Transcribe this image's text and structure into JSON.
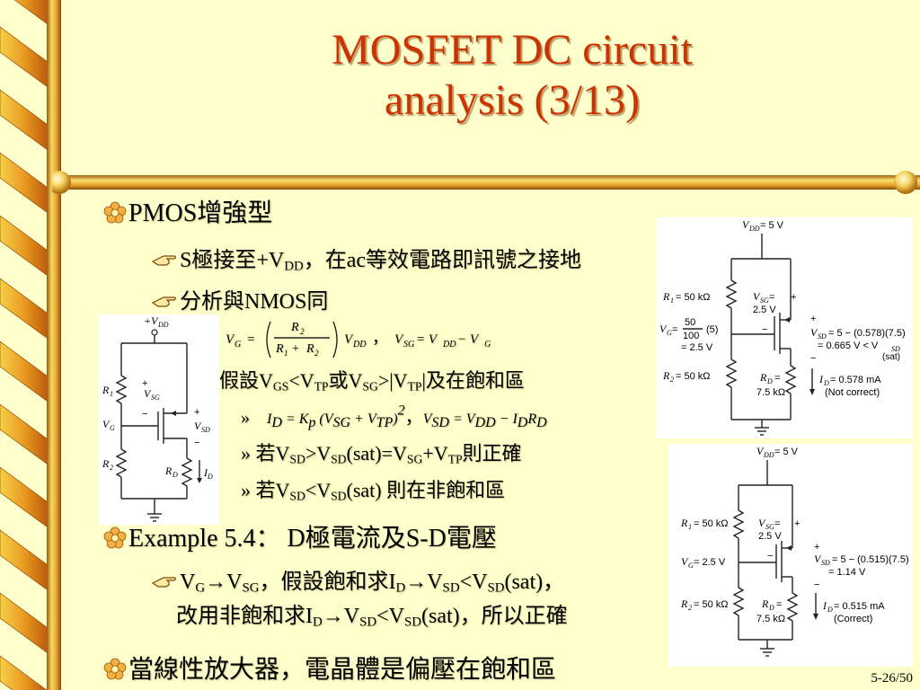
{
  "title": {
    "line1": "MOSFET DC circuit",
    "line2": "analysis (3/13)"
  },
  "bullets": {
    "pmos": "PMOS增強型",
    "s_to_vdd_pre": "S極接至+V",
    "s_to_vdd_sub": "DD",
    "s_to_vdd_post": "，在ac等效電路即訊號之接地",
    "analysis_same": "分析與NMOS同",
    "eq_vg": {
      "vg": "V",
      "vg_sub": "G",
      "r2": "R",
      "r2_sub": "2",
      "r1": "R",
      "r1_sub": "1",
      "plus": "+",
      "r2b": "R",
      "r2b_sub": "2",
      "vdd": "V",
      "vdd_sub": "DD",
      "comma": "，",
      "vsg_expr": "V",
      "vsg_sub": "SG",
      "eq2": " = V",
      "vdd2_sub": "DD",
      "minus": " − V",
      "vg2_sub": "G"
    },
    "assume_pre": "假設V",
    "assume_gs": "GS",
    "assume_lt": "<V",
    "assume_tp": "TP",
    "assume_or": "或V",
    "assume_sg": "SG",
    "assume_gt": ">|V",
    "assume_tp2": "TP",
    "assume_post": "|及在飽和區",
    "eq_id": {
      "marker": "»",
      "text": "I",
      "id_sub": "D",
      "eq": " = K",
      "kp_sub": "p",
      "paren": " (V",
      "vsg_sub": "SG",
      "plus": " + V",
      "vtp_sub": "TP",
      "close": ")",
      "sq": "2",
      "comma": "，",
      "vsd": "V",
      "vsd_sub": "SD",
      "eq2": " = V",
      "vdd_sub": "DD",
      "minus": " − I",
      "id2_sub": "D",
      "rd": "R",
      "rd_sub": "D"
    },
    "if_correct": {
      "marker": "»",
      "pre": "若V",
      "sd": "SD",
      "gt": ">V",
      "sd2": "SD",
      "sat": "(sat)=V",
      "sg": "SG",
      "plus": "+V",
      "tp": "TP",
      "post": "則正確"
    },
    "if_nonsat": {
      "marker": "»",
      "pre": "若V",
      "sd": "SD",
      "lt": "<V",
      "sd2": "SD",
      "post": "(sat) 則在非飽和區"
    },
    "example": "Example 5.4： D極電流及S-D電壓",
    "vg_line": {
      "v": "V",
      "g": "G",
      "arrow": "→",
      "v2": "V",
      "sg": "SG",
      "mid": "，假設飽和求I",
      "d": "D",
      "arrow2": "→",
      "v3": "V",
      "sd": "SD",
      "lt": "<V",
      "sd2": "SD",
      "post": "(sat)，"
    },
    "nonsat_line": {
      "pre": "改用非飽和求I",
      "d": "D",
      "arrow": "→",
      "v": "V",
      "sd": "SD",
      "lt": "<V",
      "sd2": "SD",
      "post": "(sat)，所以正確"
    },
    "linear_amp": "當線性放大器，電晶體是偏壓在飽和區"
  },
  "circuit_left": {
    "vdd": "+V",
    "vdd_sub": "DD",
    "r1": "R",
    "r1_sub": "1",
    "vsg": "V",
    "vsg_sub": "SG",
    "vg": "V",
    "vg_sub": "G",
    "vsd": "V",
    "vsd_sub": "SD",
    "r2": "R",
    "r2_sub": "2",
    "rd": "R",
    "rd_sub": "D",
    "id": "I",
    "id_sub": "D",
    "plus": "+",
    "minus": "−"
  },
  "circuit_top": {
    "vdd": "V",
    "vdd_sub": "DD",
    "vdd_val": " = 5 V",
    "r1": "R",
    "r1_sub": "1",
    "r1_val": " = 50 kΩ",
    "vsg": "V",
    "vsg_sub": "SG",
    "vsg_eq": " =",
    "vsg_val": "2.5 V",
    "vg": "V",
    "vg_sub": "G",
    "vg_eq": " = ",
    "vg_frac_num": "50",
    "vg_frac_den": "100",
    "vg_mul": "(5)",
    "vg_val": "= 2.5 V",
    "r2": "R",
    "r2_sub": "2",
    "r2_val": " = 50 kΩ",
    "vsd": "V",
    "vsd_sub": "SD",
    "vsd_val": " = 5 − (0.578)(7.5)",
    "vsd_val2": "= 0.665 V < V",
    "vsd_val2_sub": "SD",
    "vsd_val2_post": "(sat)",
    "rd": "R",
    "rd_sub": "D",
    "rd_eq": " =",
    "rd_val": "7.5 kΩ",
    "id": "I",
    "id_sub": "D",
    "id_val": " = 0.578 mA",
    "id_note": "(Not correct)",
    "plus": "+",
    "minus": "−"
  },
  "circuit_bottom": {
    "vdd": "V",
    "vdd_sub": "DD",
    "vdd_val": " = 5 V",
    "r1": "R",
    "r1_sub": "1",
    "r1_val": " = 50 kΩ",
    "vsg": "V",
    "vsg_sub": "SG",
    "vsg_eq": " =",
    "vsg_val": "2.5 V",
    "vg": "V",
    "vg_sub": "G",
    "vg_val": " = 2.5 V",
    "vsd": "V",
    "vsd_sub": "SD",
    "vsd_val": " = 5 − (0.515)(7.5)",
    "vsd_val2": "= 1.14 V",
    "r2": "R",
    "r2_sub": "2",
    "r2_val": " = 50 kΩ",
    "rd": "R",
    "rd_sub": "D",
    "rd_eq": " =",
    "rd_val": "7.5 kΩ",
    "id": "I",
    "id_sub": "D",
    "id_val": " = 0.515 mA",
    "id_note": "(Correct)",
    "plus": "+",
    "minus": "−"
  },
  "page_number": "5-26/50",
  "colors": {
    "background": "#ffffcc",
    "title": "#cc3300",
    "gold": "#f0b020",
    "chevron_dark": "#c06010",
    "chevron_light": "#f5c838"
  }
}
